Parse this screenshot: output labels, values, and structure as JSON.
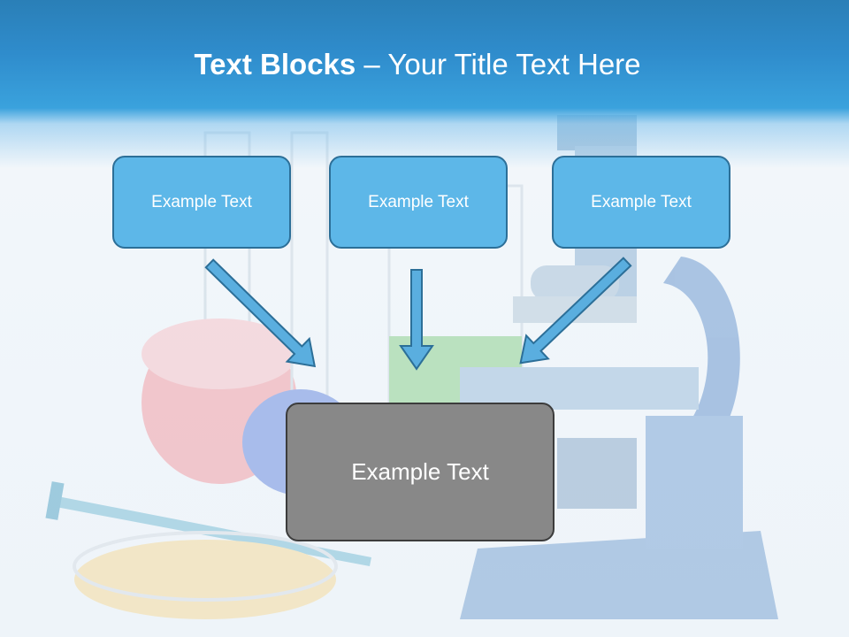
{
  "slide": {
    "title_bold": "Text Blocks",
    "title_rest": " – Your Title Text Here",
    "boxes": [
      {
        "text": "Example Text"
      },
      {
        "text": "Example Text"
      },
      {
        "text": "Example Text"
      }
    ],
    "center_box": {
      "text": "Example Text"
    }
  },
  "colors": {
    "header": "#2f8ccc",
    "box_fill": "#5db7e8",
    "box_border": "#2c6f98",
    "center_fill": "#888888",
    "arrow_fill": "#5aaedf"
  },
  "background_image": "laboratory-microscope-flasks-photo"
}
